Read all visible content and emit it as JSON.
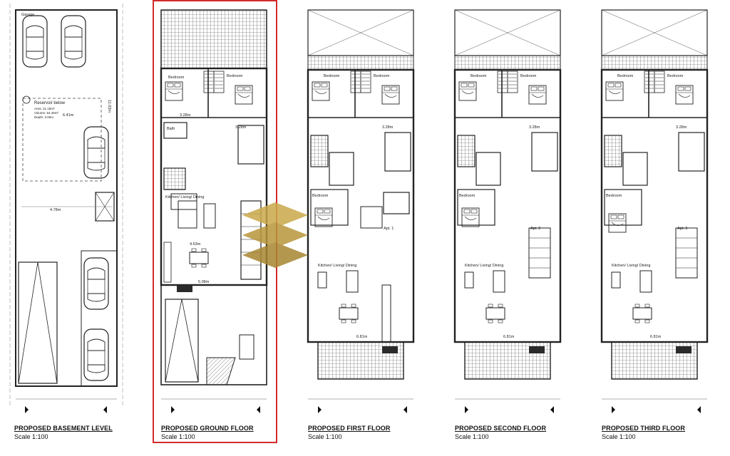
{
  "floors": [
    {
      "title": "PROPOSED BASEMENT LEVEL",
      "scale": "Scale 1:100"
    },
    {
      "title": "PROPOSED GROUND FLOOR",
      "scale": "Scale 1:100"
    },
    {
      "title": "PROPOSED FIRST FLOOR",
      "scale": "Scale 1:100"
    },
    {
      "title": "PROPOSED SECOND FLOOR",
      "scale": "Scale 1:100"
    },
    {
      "title": "PROPOSED THIRD FLOOR",
      "scale": "Scale 1:100"
    }
  ],
  "basement": {
    "garage": "Garage",
    "reservoir": "Reservoir below",
    "area": "Area: 21.15m²",
    "volume": "Volume: 64.46m³",
    "depth": "Depth: 3.05m",
    "dim_a": "6.41m",
    "dim_b": "4.78m",
    "dim_c": "11.03m"
  },
  "ground": {
    "bedroom1": "Bedroom",
    "bedroom2": "Bedroom",
    "bath": "Bath",
    "kitchen": "Kitchen/ Living/ Dining",
    "dim_a": "3.28m",
    "dim_b": "3.28m",
    "dim_c": "4.63m",
    "dim_d": "5.08m"
  },
  "upper": [
    {
      "bedroom1": "Bedroom",
      "bedroom2": "Bedroom",
      "bedroom3": "Bedroom",
      "apt": "Apt. 1",
      "kitchen": "Kitchen/ Living/ Dining",
      "dim_a": "3.28m",
      "dim_b": "6.81m"
    },
    {
      "bedroom1": "Bedroom",
      "bedroom2": "Bedroom",
      "bedroom3": "Bedroom",
      "apt": "Apt. 2",
      "kitchen": "Kitchen/ Living/ Dining",
      "dim_a": "3.28m",
      "dim_b": "6.81m"
    },
    {
      "bedroom1": "Bedroom",
      "bedroom2": "Bedroom",
      "bedroom3": "Bedroom",
      "apt": "Apt. 3",
      "kitchen": "Kitchen/ Living/ Dining",
      "dim_a": "3.28m",
      "dim_b": "6.81m"
    }
  ],
  "colors": {
    "highlight": "#d22a2a",
    "logo_gold": "#c9a94a",
    "wall": "#222222"
  }
}
